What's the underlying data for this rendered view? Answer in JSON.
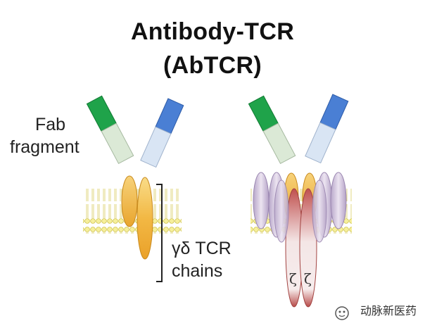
{
  "diagram": {
    "title_line1": "Antibody-TCR",
    "title_line2": "(AbTCR)",
    "fab_label_line1": "Fab",
    "fab_label_line2": "fragment",
    "gd_label_line1": "γδ TCR",
    "gd_label_line2": "chains",
    "zeta_left": "ζ",
    "zeta_right": "ζ"
  },
  "watermark": {
    "text": "动脉新医药"
  },
  "colors": {
    "fab_green": "#1fa34a",
    "fab_blue": "#4a7fd4",
    "membrane_yellow": "#f3e98a",
    "tcr_orange": "#f0b93b",
    "cd3_lavender": "#d9cce4",
    "zeta_red": "#b8403f"
  }
}
